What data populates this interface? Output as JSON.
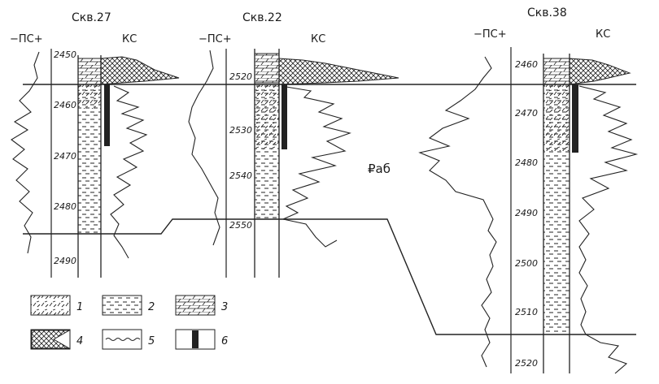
{
  "wells": [
    {
      "id": "skv27",
      "title": "Скв.27",
      "ps_label": "−ПС+",
      "ks_label": "КС",
      "depths": [
        "2450",
        "2460",
        "2470",
        "2480",
        "2490"
      ]
    },
    {
      "id": "skv22",
      "title": "Скв.22",
      "ps_label": "−ПС+",
      "ks_label": "КС",
      "depths": [
        "2520",
        "2530",
        "2540",
        "2550"
      ]
    },
    {
      "id": "skv38",
      "title": "Скв.38",
      "ps_label": "−ПС+",
      "ks_label": "КС",
      "depths": [
        "2460",
        "2470",
        "2480",
        "2490",
        "2500",
        "2510",
        "2520"
      ]
    }
  ],
  "formation_label": "₽аб",
  "legend": [
    {
      "num": "1",
      "pattern": "dashes-oblique"
    },
    {
      "num": "2",
      "pattern": "dashes-horizontal"
    },
    {
      "num": "3",
      "pattern": "oblique-brick"
    },
    {
      "num": "4",
      "pattern": "crosshatch-wedge"
    },
    {
      "num": "5",
      "pattern": "wavy-line"
    },
    {
      "num": "6",
      "pattern": "black-bar"
    }
  ]
}
